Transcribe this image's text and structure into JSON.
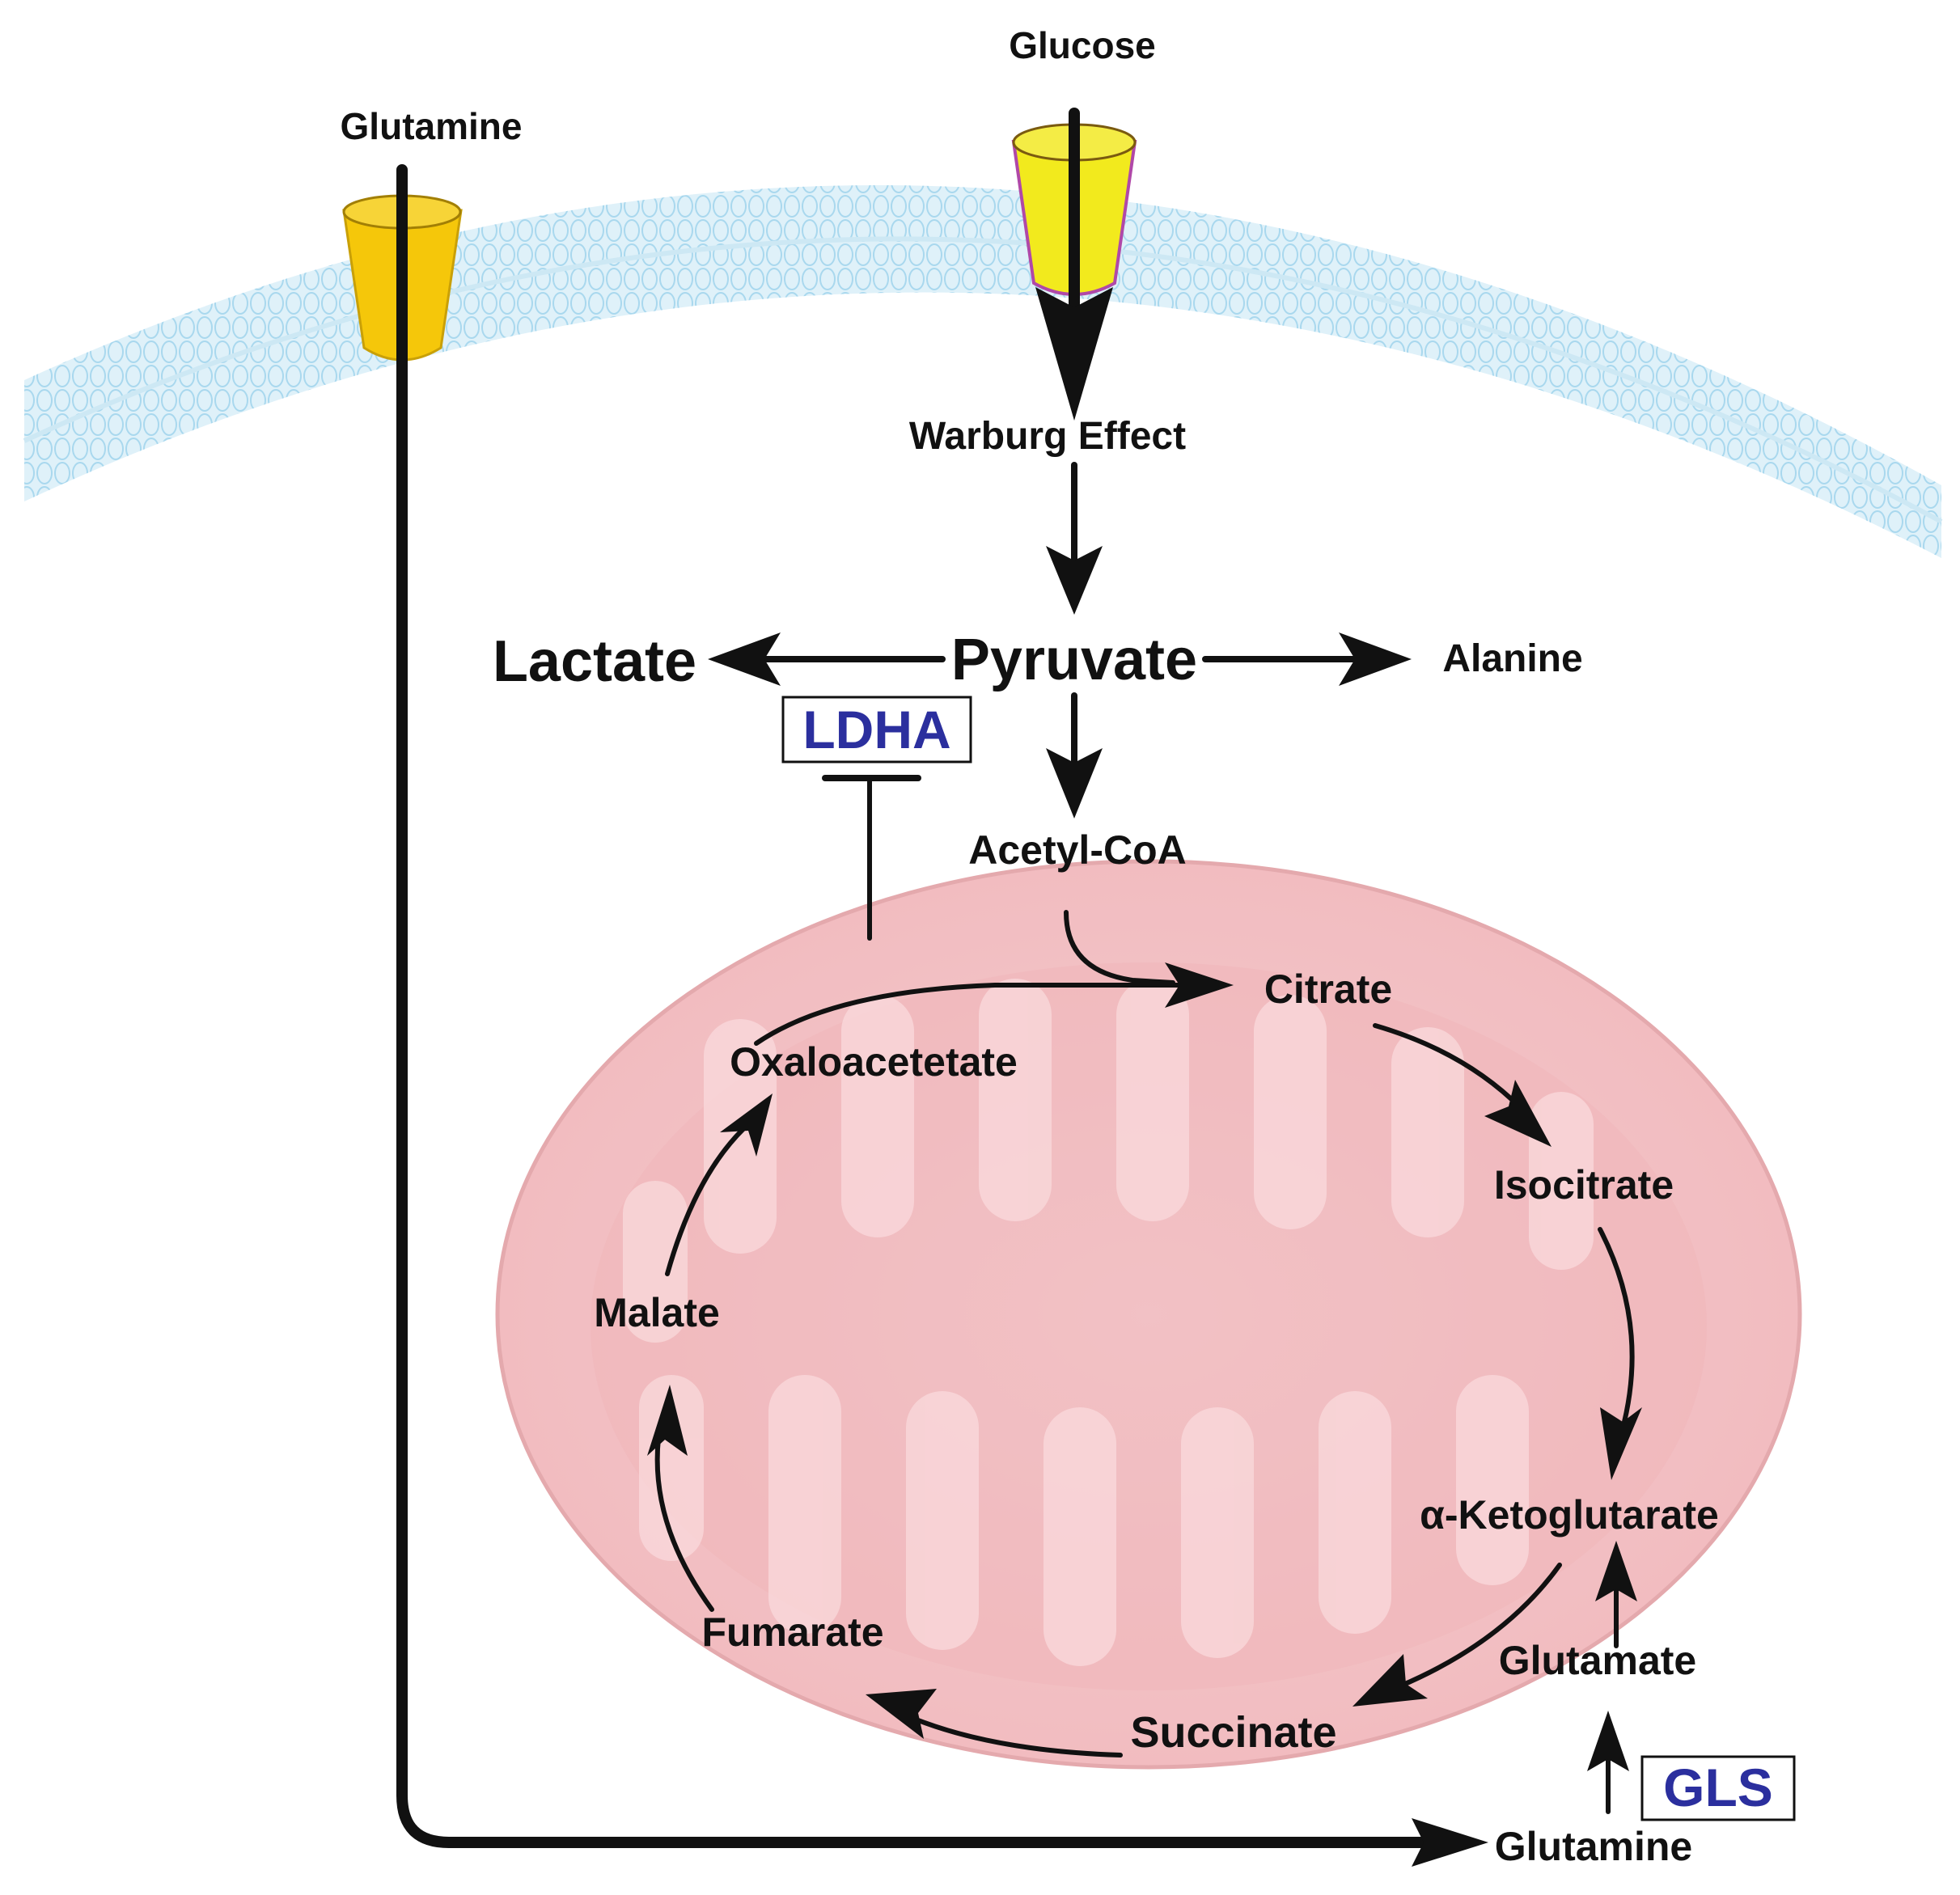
{
  "labels": {
    "glucose": "Glucose",
    "glutamine_outside": "Glutamine",
    "warburg": "Warburg Effect",
    "pyruvate": "Pyruvate",
    "lactate": "Lactate",
    "alanine": "Alanine",
    "acetyl_coa": "Acetyl-CoA",
    "citrate": "Citrate",
    "isocitrate": "Isocitrate",
    "akg": "α-Ketoglutarate",
    "glutamate": "Glutamate",
    "succinate": "Succinate",
    "fumarate": "Fumarate",
    "malate": "Malate",
    "oxaloacetate": "Oxaloacetetate",
    "glutamine_inside": "Glutamine"
  },
  "enzymes": {
    "ldha": "LDHA",
    "gls": "GLS"
  },
  "colors": {
    "membrane": "#bfe3f2",
    "transporter_glucose": "#f2ea1d",
    "transporter_glutamine": "#f5c70a",
    "mitochondrion": "#f3c3c6",
    "enzyme_text": "#2b2f9e",
    "line": "#111111"
  }
}
